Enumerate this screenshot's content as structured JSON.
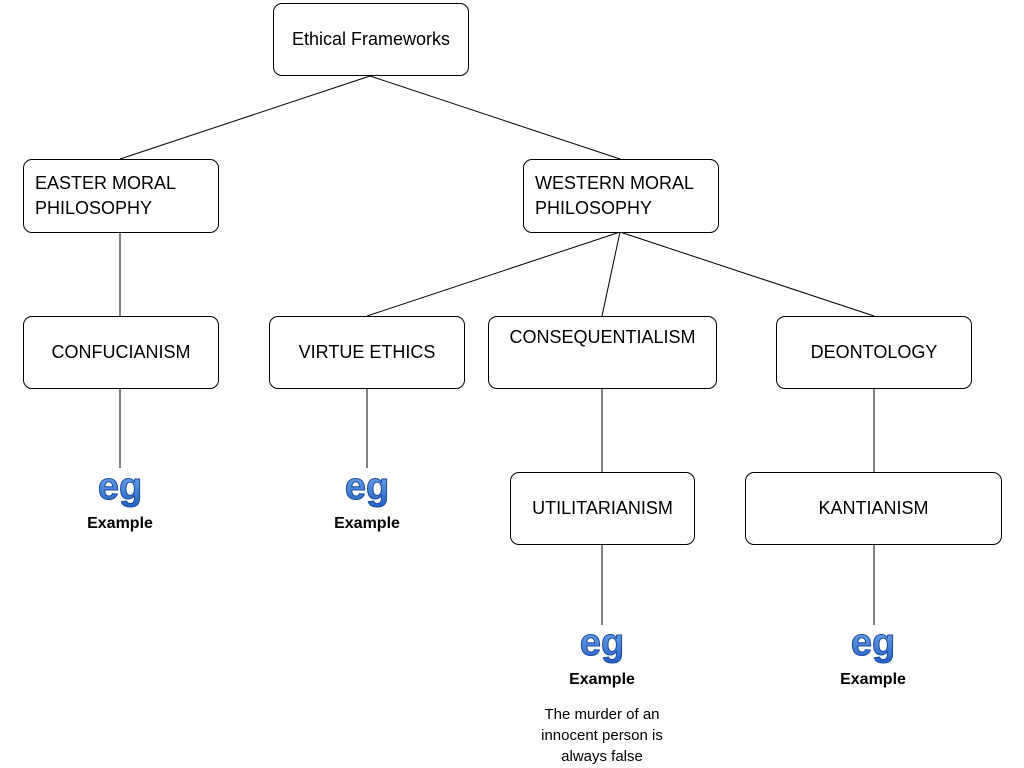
{
  "diagram": {
    "root": "Ethical Frameworks",
    "branches": {
      "eastern": "EASTER MORAL\nPHILOSOPHY",
      "western": "WESTERN MORAL\nPHILOSOPHY"
    },
    "frameworks": {
      "confucianism": "CONFUCIANISM",
      "virtue_ethics": "VIRTUE ETHICS",
      "consequentialism": "CONSEQUENTIALISM",
      "deontology": "DEONTOLOGY"
    },
    "sub_frameworks": {
      "utilitarianism": "UTILITARIANISM",
      "kantianism": "KANTIANISM"
    },
    "example_icon_text": "eg",
    "example_label": "Example",
    "examples": {
      "kantianism_note": "The murder of an innocent person is always false"
    }
  },
  "colors": {
    "line": "#000000",
    "box_border": "#000000",
    "icon_blue": "#1f5fc4"
  },
  "icons": {
    "example": "eg-example-icon"
  }
}
